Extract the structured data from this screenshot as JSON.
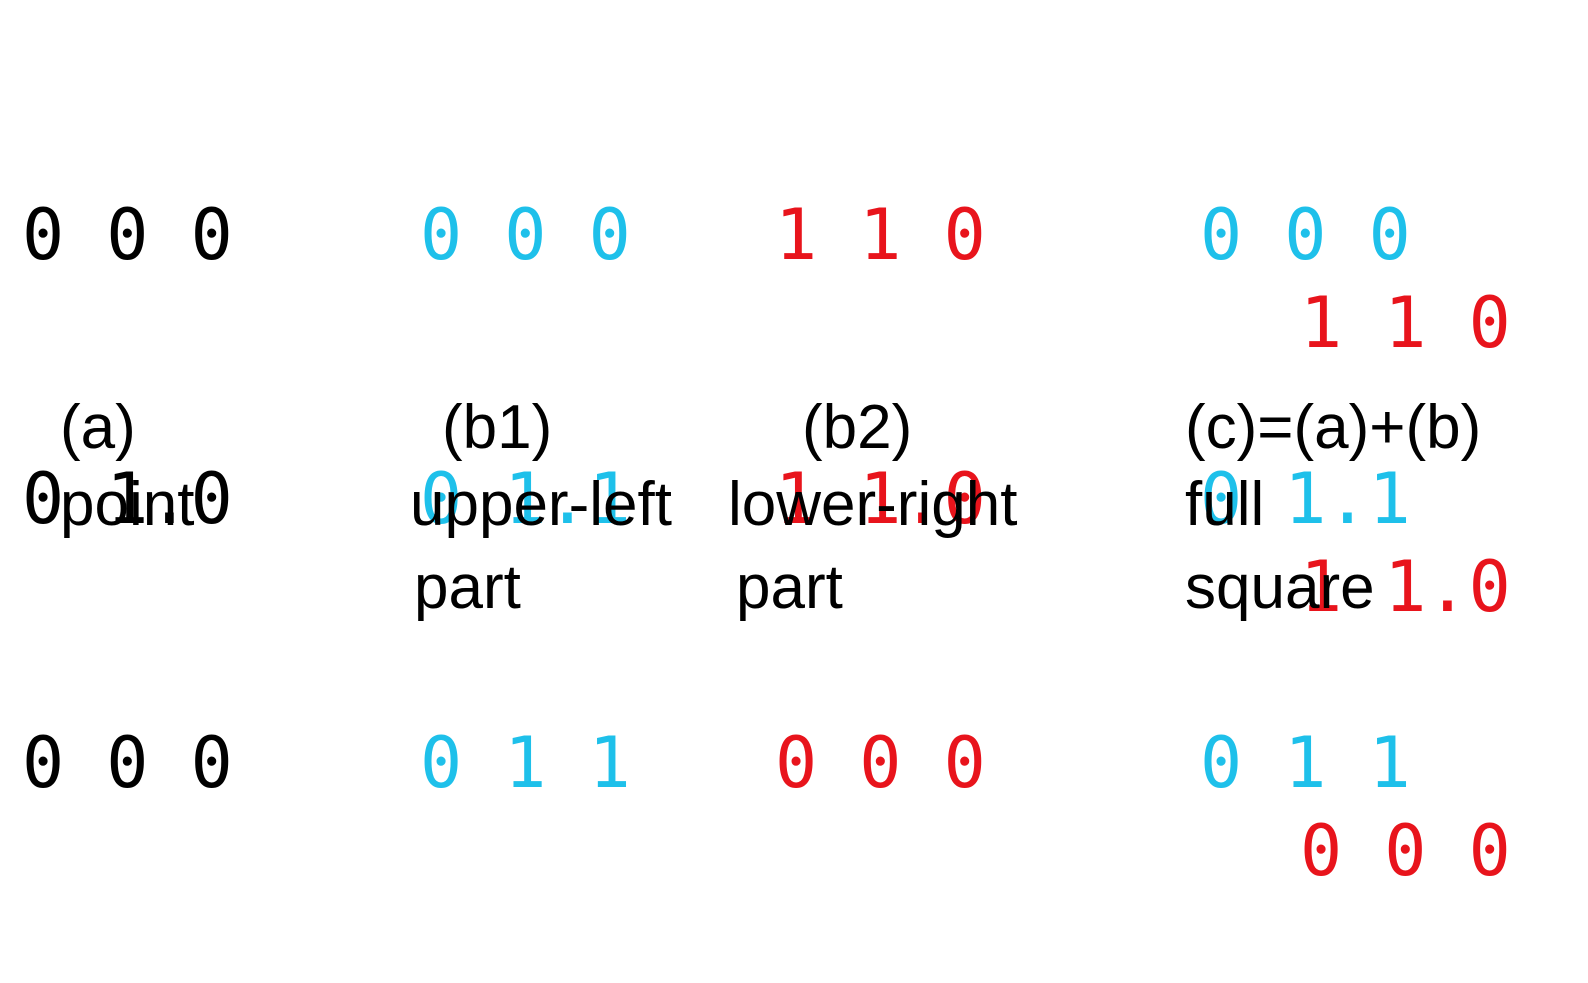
{
  "colors": {
    "black": "#000000",
    "blue": "#1ec0ea",
    "red": "#e8141c"
  },
  "panels": [
    {
      "id": "a",
      "color": "black",
      "rows": [
        "0 0 0",
        "0 1.0",
        "0 0 0"
      ],
      "label": "(a)",
      "caption": [
        "point"
      ]
    },
    {
      "id": "b1",
      "color": "blue",
      "rows": [
        "0 0 0",
        "0 1.1",
        "0 1 1"
      ],
      "label": "(b1)",
      "caption": [
        "upper-left",
        "part"
      ]
    },
    {
      "id": "b2",
      "color": "red",
      "rows": [
        "1 1 0",
        "1 1.0",
        "0 0 0"
      ],
      "label": "(b2)",
      "caption": [
        "lower-right",
        "part"
      ]
    },
    {
      "id": "c",
      "blue_rows": [
        "0 0 0",
        "0 1.1",
        "0 1 1"
      ],
      "red_rows": [
        "1 1 0",
        "1 1.0",
        "0 0 0"
      ],
      "label": "(c)=(a)+(b)",
      "caption": [
        "full",
        "square"
      ]
    }
  ]
}
